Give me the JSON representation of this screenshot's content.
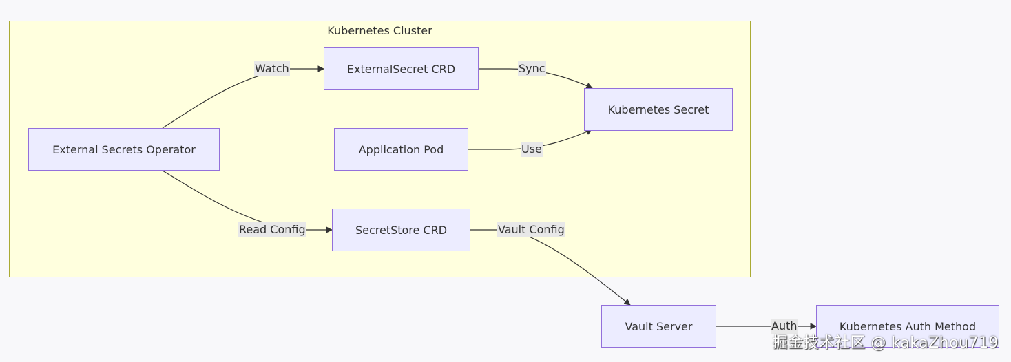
{
  "cluster": {
    "title": "Kubernetes Cluster"
  },
  "nodes": {
    "eso": "External Secrets Operator",
    "externalsecret": "ExternalSecret CRD",
    "k8s_secret": "Kubernetes Secret",
    "app_pod": "Application Pod",
    "secretstore": "SecretStore CRD",
    "vault": "Vault Server",
    "k8s_auth": "Kubernetes Auth Method"
  },
  "edges": {
    "watch": "Watch",
    "sync": "Sync",
    "use": "Use",
    "read_config": "Read Config",
    "vault_config": "Vault Config",
    "auth": "Auth"
  },
  "colors": {
    "node_fill": "#ececff",
    "node_stroke": "#9370db",
    "cluster_fill": "#ffffde",
    "cluster_stroke": "#aaaa33",
    "edge": "#333333",
    "label_bg": "#e8e8e8"
  },
  "watermark": "掘金技术社区 @ kakaZhou719"
}
